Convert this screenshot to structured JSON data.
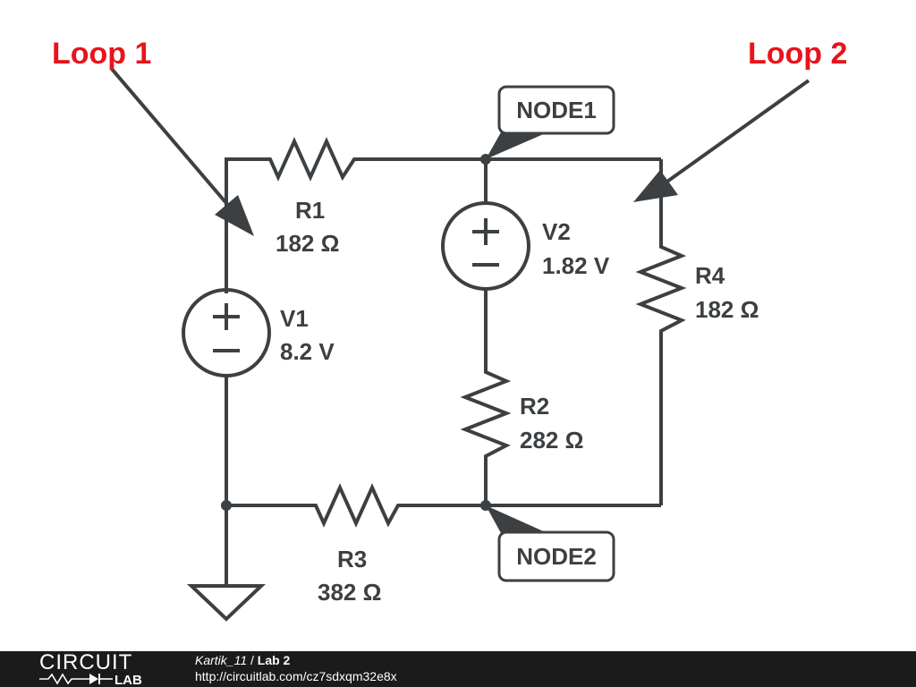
{
  "loops": {
    "loop1": "Loop 1",
    "loop2": "Loop 2"
  },
  "nodes": {
    "node1": "NODE1",
    "node2": "NODE2"
  },
  "components": {
    "R1": {
      "name": "R1",
      "value": "182 Ω"
    },
    "R2": {
      "name": "R2",
      "value": "282 Ω"
    },
    "R3": {
      "name": "R3",
      "value": "382 Ω"
    },
    "R4": {
      "name": "R4",
      "value": "182 Ω"
    },
    "V1": {
      "name": "V1",
      "value": "8.2 V"
    },
    "V2": {
      "name": "V2",
      "value": "1.82 V"
    }
  },
  "footer": {
    "brand_top": "CIRCUIT",
    "brand_bottom": "LAB",
    "author": "Kartik_11",
    "separator": " / ",
    "title": "Lab 2",
    "url": "http://circuitlab.com/cz7sdxqm32e8x"
  },
  "colors": {
    "wire": "#3c4043",
    "loop": "#e8141c",
    "footer_bg": "#1b1b1b"
  }
}
